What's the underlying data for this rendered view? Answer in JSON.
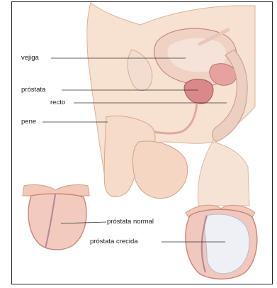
{
  "labels": {
    "bladder": "vejiga",
    "prostate": "próstata",
    "rectum": "recto",
    "penis": "pene",
    "normal_prostate": "próstata normal",
    "enlarged_prostate": "próstata crecida"
  },
  "colors": {
    "frame": "#222222",
    "skin": "#f6dcc8",
    "skin_shadow": "#e8b89c",
    "organ_pink": "#e7a6a2",
    "prostate": "#d98a88",
    "bladder": "#efd2c4",
    "leader_line": "#333333"
  }
}
